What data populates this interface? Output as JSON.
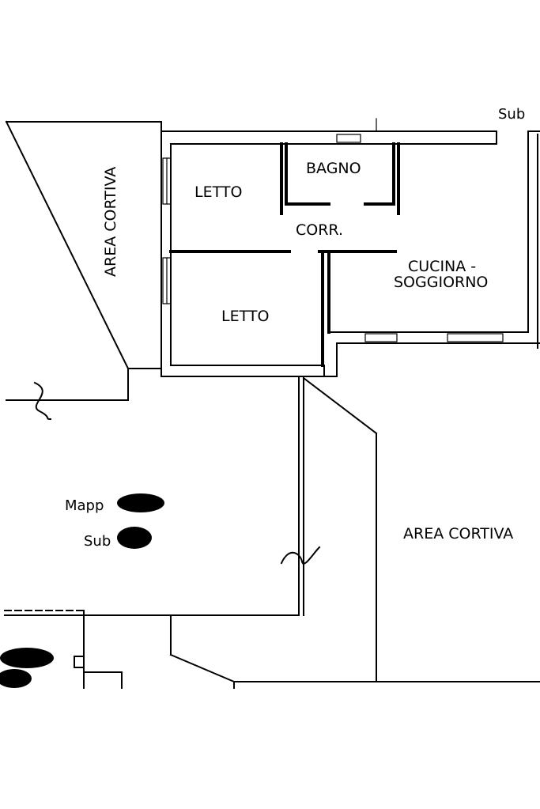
{
  "rooms": {
    "area_cortiva_left": "AREA CORTIVA",
    "letto_1": "LETTO",
    "bagno": "BAGNO",
    "corr": "CORR.",
    "letto_2": "LETTO",
    "cucina_line1": "CUCINA -",
    "cucina_line2": "SOGGIORNO",
    "area_cortiva_right": "AREA CORTIVA"
  },
  "cadastral": {
    "mapp_label": "Mapp",
    "sub_label": "Sub",
    "top_right_fragment": "Sub"
  }
}
